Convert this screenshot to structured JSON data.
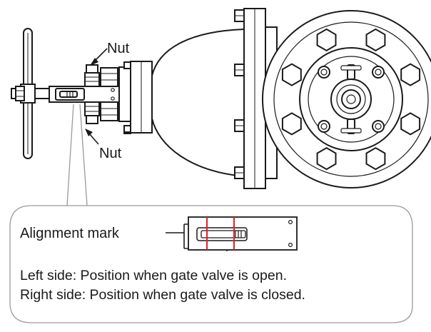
{
  "labels": {
    "nut_upper": "Nut",
    "nut_lower": "Nut",
    "alignment_mark": "Alignment mark"
  },
  "notes": {
    "left_side": "Left side: Position when gate valve is open.",
    "right_side": "Right side: Position when gate valve is closed."
  },
  "colors": {
    "line": "#1a1a1a",
    "callout_border": "#9a9a9a",
    "alignment_mark": "#e0202a"
  }
}
